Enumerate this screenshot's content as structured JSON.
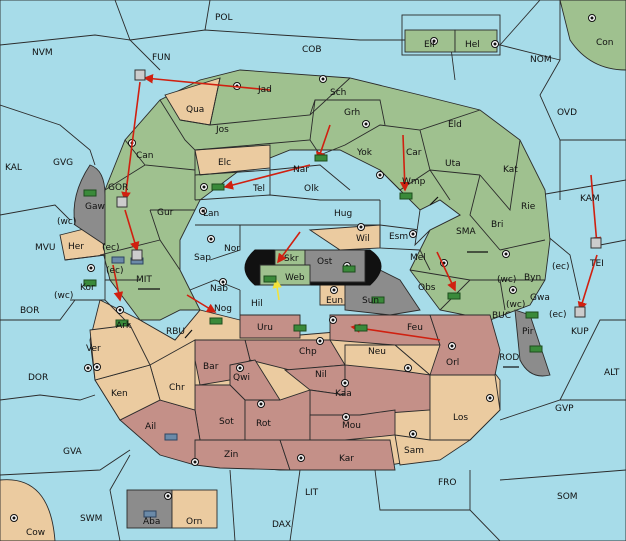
{
  "map": {
    "colors": {
      "sea": "#a7dce9",
      "neutral": "#ebcba0",
      "green_power": "#9fc18f",
      "red_power": "#c49088",
      "grey_power": "#8c8c8c",
      "move_arrow": "#d02010",
      "support_arrow": "#f2e23c"
    },
    "sea_labels": {
      "POL": "POL",
      "NVM": "NVM",
      "FUN": "FUN",
      "COB": "COB",
      "NOM": "NOM",
      "OVD": "OVD",
      "KAL": "KAL",
      "GVG": "GVG",
      "GOR": "GOR",
      "MVU": "MVU",
      "MIT": "MIT",
      "BOR": "BOR",
      "RBU": "RBU",
      "DOR": "DOR",
      "GVA": "GVA",
      "SWM": "SWM",
      "LIT": "LIT",
      "DAX": "DAX",
      "FRO": "FRO",
      "SOM": "SOM",
      "GVP": "GVP",
      "ALT": "ALT",
      "ROD": "ROD",
      "BUC": "BUC",
      "SMA": "SMA",
      "KAM": "KAM",
      "TEI": "TEI",
      "KUP": "KUP"
    },
    "land_labels": {
      "Con": "Con",
      "Elf": "Elf",
      "Hel": "Hel",
      "Cow": "Cow",
      "Aba": "Aba",
      "Orn": "Orn",
      "Jad": "Jad",
      "Sch": "Sch",
      "Qua": "Qua",
      "Jos": "Jos",
      "Grh": "Grh",
      "Eld": "Eld",
      "Can": "Can",
      "Elc": "Elc",
      "Nar": "Nar",
      "Yok": "Yok",
      "Car": "Car",
      "Uta": "Uta",
      "Kat": "Kat",
      "Olk": "Olk",
      "Tel": "Tel",
      "Wmp": "Wmp",
      "Gaw": "Gaw",
      "Gur": "Gur",
      "Lan": "Lan",
      "Hug": "Hug",
      "Rie": "Rie",
      "Bri": "Bri",
      "Esm": "Esm",
      "Wil": "Wil",
      "Her": "Her",
      "Nor": "Nor",
      "Sap": "Sap",
      "Skr": "Skr",
      "Ost": "Ost",
      "Mel": "Mel",
      "Byn": "Byn",
      "Kor": "Kor",
      "Web": "Web",
      "Nab": "Nab",
      "Hil": "Hil",
      "Eun": "Eun",
      "Sun": "Sun",
      "Obs": "Obs",
      "Gwa": "Gwa",
      "Nog": "Nog",
      "Ark": "Ark",
      "Uru": "Uru",
      "Feu": "Feu",
      "Pir": "Pir",
      "Ver": "Ver",
      "Orl": "Orl",
      "Chp": "Chp",
      "Neu": "Neu",
      "Bar": "Bar",
      "Qwi": "Qwi",
      "Nil": "Nil",
      "Ken": "Ken",
      "Chr": "Chr",
      "Kaa": "Kaa",
      "Los": "Los",
      "Sot": "Sot",
      "Rot": "Rot",
      "Mou": "Mou",
      "Ail": "Ail",
      "Zin": "Zin",
      "Kar": "Kar",
      "Sam": "Sam"
    },
    "coast_labels": [
      "(wc)",
      "(ec)",
      "(wc)",
      "(ec)",
      "(wc)",
      "(ec)",
      "(wc)",
      "(ec)"
    ]
  }
}
